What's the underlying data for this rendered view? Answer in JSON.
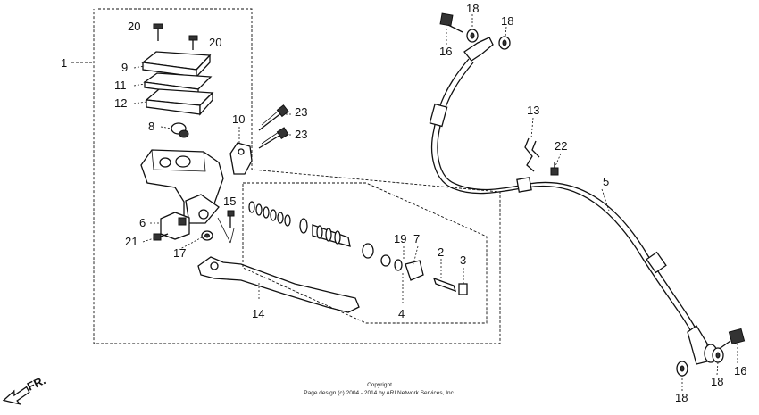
{
  "diagram": {
    "callouts": {
      "c1": "1",
      "c2": "2",
      "c3": "3",
      "c4": "4",
      "c5": "5",
      "c6": "6",
      "c7": "7",
      "c8": "8",
      "c9": "9",
      "c10": "10",
      "c11": "11",
      "c12": "12",
      "c13": "13",
      "c14": "14",
      "c15": "15",
      "c16a": "16",
      "c16b": "16",
      "c17": "17",
      "c18a": "18",
      "c18b": "18",
      "c18c": "18",
      "c18d": "18",
      "c19": "19",
      "c20a": "20",
      "c20b": "20",
      "c21": "21",
      "c22": "22",
      "c23a": "23",
      "c23b": "23"
    },
    "direction_marker": "FR.",
    "copyright_line1": "Copyright",
    "copyright_line2": "Page design (c) 2004 - 2014 by ARI Network Services, Inc."
  }
}
